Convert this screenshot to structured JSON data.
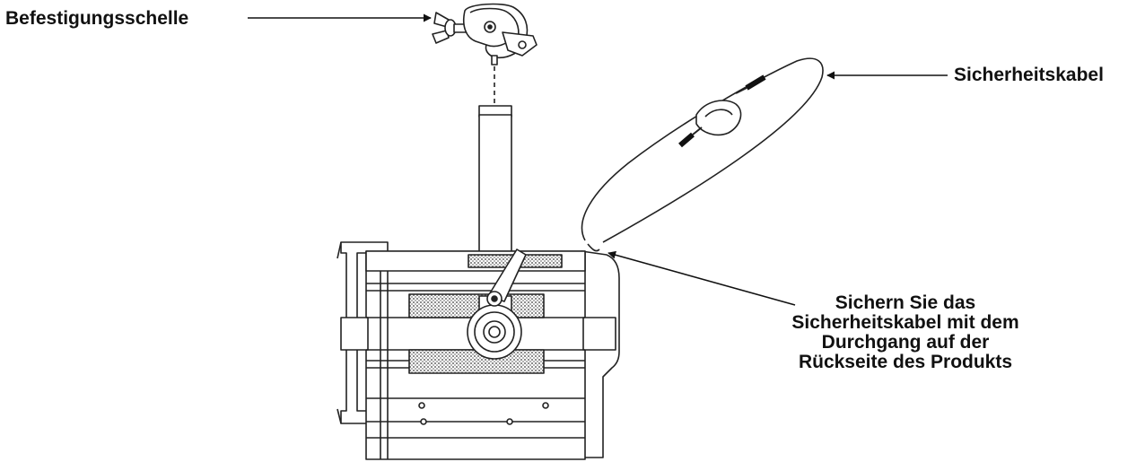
{
  "labels": {
    "clamp": "Befestigungsschelle",
    "safety_cable": "Sicherheitskabel",
    "secure_instruction": [
      "Sichern Sie das",
      "Sicherheitskabel mit dem",
      "Durchgang auf der",
      "Rückseite des Produkts"
    ]
  },
  "colors": {
    "line": "#222222",
    "mesh": "#9a9a9a",
    "fill": "#ffffff"
  }
}
